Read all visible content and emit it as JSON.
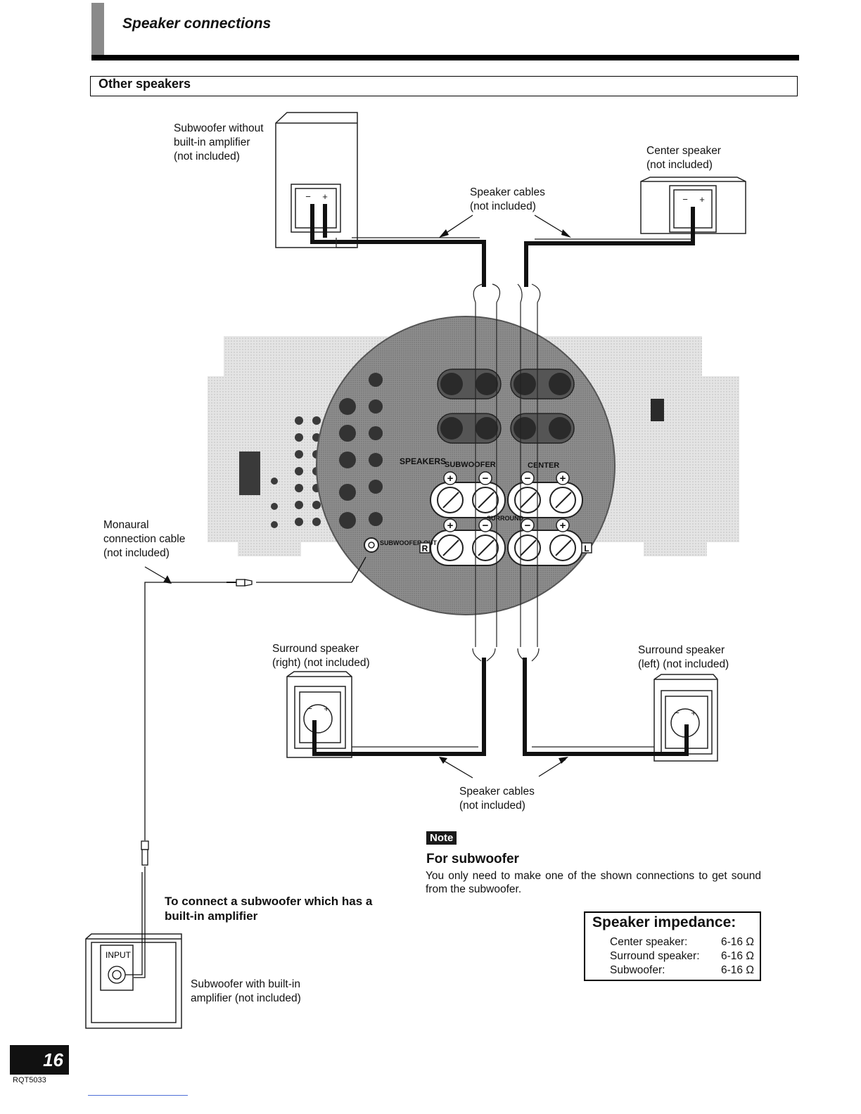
{
  "header": {
    "title": "Speaker connections"
  },
  "section": {
    "title": "Other speakers"
  },
  "labels": {
    "subwoofer_without": "Subwoofer without\nbuilt-in amplifier\n(not included)",
    "center_speaker": "Center speaker\n(not included)",
    "speaker_cables_top": "Speaker cables\n(not included)",
    "monaural_cable": "Monaural\nconnection cable\n(not included)",
    "surround_right": "Surround speaker\n(right) (not included)",
    "surround_left": "Surround speaker\n(left) (not included)",
    "speaker_cables_bottom": "Speaker cables\n(not included)",
    "subwoofer_with": "Subwoofer with built-in\namplifier (not included)",
    "input": "INPUT"
  },
  "terminals": {
    "speakers": "SPEAKERS",
    "subwoofer": "SUBWOOFER",
    "center": "CENTER",
    "surround": "SURROUND",
    "subwoofer_out": "SUBWOOFER OUT",
    "right": "R",
    "left": "L",
    "minus": "−",
    "plus": "+"
  },
  "note": {
    "badge": "Note",
    "heading": "For subwoofer",
    "body": "You only need to make one of the shown connections to get sound from the subwoofer."
  },
  "connect_heading": "To connect a subwoofer which has a built-in amplifier",
  "impedance": {
    "title": "Speaker impedance:",
    "rows": [
      {
        "label": "Center speaker:",
        "value": "6-16 Ω"
      },
      {
        "label": "Surround speaker:",
        "value": "6-16 Ω"
      },
      {
        "label": "Subwoofer:",
        "value": "6-16 Ω"
      }
    ]
  },
  "footer": {
    "page_number": "16",
    "model_code": "RQT5033"
  }
}
